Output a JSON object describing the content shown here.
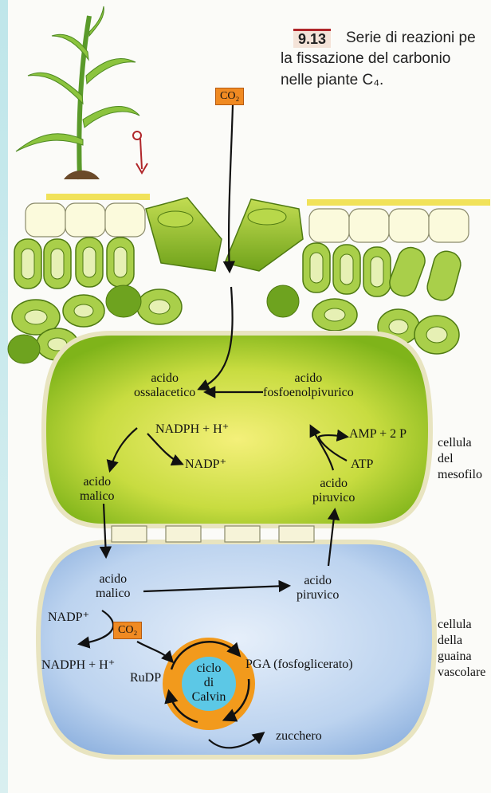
{
  "caption": {
    "number": "9.13",
    "line1": "Serie di reazioni pe",
    "line2": "la fissazione del carbonio",
    "line3": "nelle piante C₄."
  },
  "co2_top": "CO₂",
  "co2_inner": "CO₂",
  "mesophyll": {
    "oxaloacetic": [
      "acido",
      "ossalacetico"
    ],
    "pep": [
      "acido",
      "fosfoenolpivurico"
    ],
    "nadph": "NADPH + H⁺",
    "nadp": "NADP⁺",
    "amp": "AMP + 2 P",
    "atp": "ATP",
    "malic": [
      "acido",
      "malico"
    ],
    "pyruvic": [
      "acido",
      "piruvico"
    ]
  },
  "bundle_sheath": {
    "malic": [
      "acido",
      "malico"
    ],
    "pyruvic": [
      "acido",
      "piruvico"
    ],
    "nadp": "NADP⁺",
    "nadph": "NADPH + H⁺",
    "rudp": "RuDP",
    "pga": "PGA (fosfoglicerato)",
    "calvin": [
      "ciclo",
      "di",
      "Calvin"
    ],
    "sugar": "zucchero"
  },
  "side_labels": {
    "mesophyll_cell": [
      "cellula",
      "del",
      "mesofilo"
    ],
    "sheath_cell": [
      "cellula",
      "della",
      "guaina",
      "vascolare"
    ]
  },
  "colors": {
    "mesophyll_green": "#8fc020",
    "sheath_blue": "#a8c8ea",
    "calvin_orange": "#f29a1c",
    "calvin_center": "#5cc8e6",
    "accent_red": "#b0262a"
  }
}
